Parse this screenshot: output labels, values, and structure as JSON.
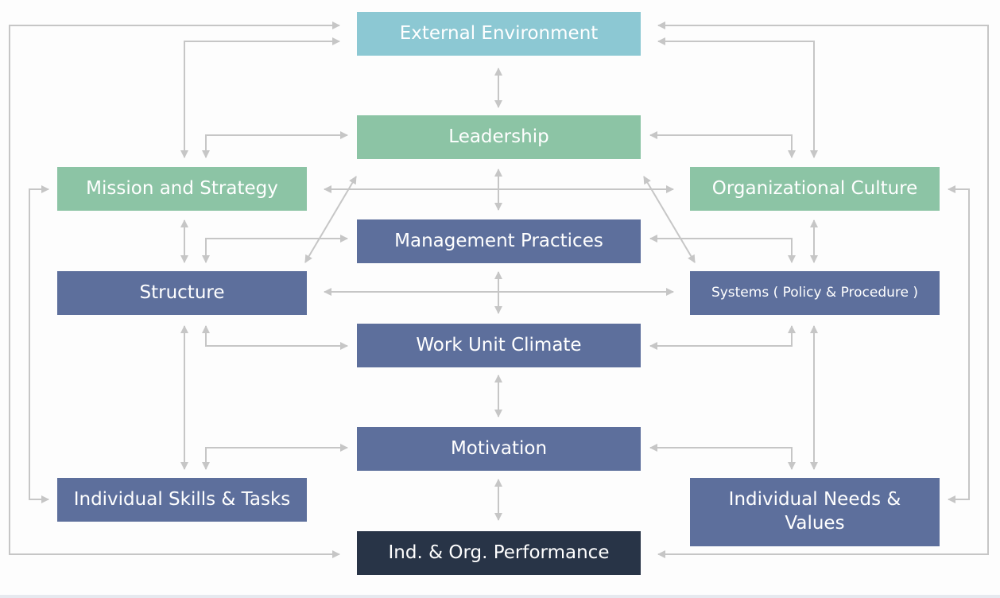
{
  "diagram": {
    "nodes": {
      "external_environment": "External Environment",
      "leadership": "Leadership",
      "mission_strategy": "Mission and Strategy",
      "organizational_culture": "Organizational Culture",
      "management_practices": "Management Practices",
      "structure": "Structure",
      "systems": "Systems ( Policy & Procedure )",
      "work_unit_climate": "Work Unit Climate",
      "motivation": "Motivation",
      "individual_skills": "Individual Skills & Tasks",
      "individual_needs": "Individual Needs & Values",
      "performance": "Ind. & Org. Performance"
    },
    "colors": {
      "teal": "#8cc8d3",
      "green": "#8cc4a5",
      "slate": "#5d6f9c",
      "dark": "#283447",
      "connector": "#c6c6c6"
    }
  }
}
